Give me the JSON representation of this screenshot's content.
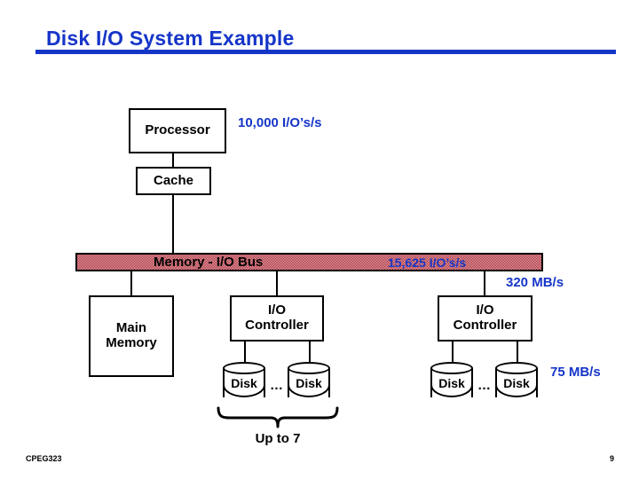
{
  "slide": {
    "title": "Disk I/O System Example",
    "accent_color": "#1535c8",
    "footer": {
      "course": "CPEG323",
      "page_number": "9"
    }
  },
  "diagram": {
    "blocks": {
      "processor": "Processor",
      "cache": "Cache",
      "main_memory": "Main\nMemory",
      "main_memory_line1": "Main",
      "main_memory_line2": "Memory",
      "io_controller_line1": "I/O",
      "io_controller_line2": "Controller",
      "bus": "Memory - I/O Bus"
    },
    "disks": {
      "label": "Disk",
      "ellipsis": "…",
      "bracket_label": "Up to 7"
    },
    "annotations": {
      "processor_rate": "10,000 I/O’s/s",
      "bus_rate": "15,625 I/O’s/s",
      "bus_bandwidth": "320 MB/s",
      "disk_bandwidth": "75 MB/s"
    }
  }
}
